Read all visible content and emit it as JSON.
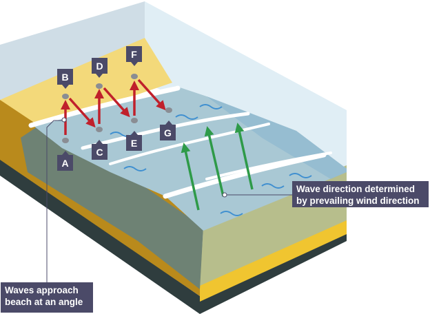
{
  "points": [
    {
      "label": "A"
    },
    {
      "label": "B"
    },
    {
      "label": "C"
    },
    {
      "label": "D"
    },
    {
      "label": "E"
    },
    {
      "label": "F"
    },
    {
      "label": "G"
    }
  ],
  "callouts": {
    "wave_direction": "Wave direction determined by prevailing wind direction",
    "waves_approach": "Waves approach beach at an angle"
  },
  "colors": {
    "label_bg": "#4b4a68",
    "swash_arrow": "#c0202b",
    "wind_arrow": "#2e9a48",
    "sand": "#f3d97a",
    "water": "#a9c8d4"
  }
}
